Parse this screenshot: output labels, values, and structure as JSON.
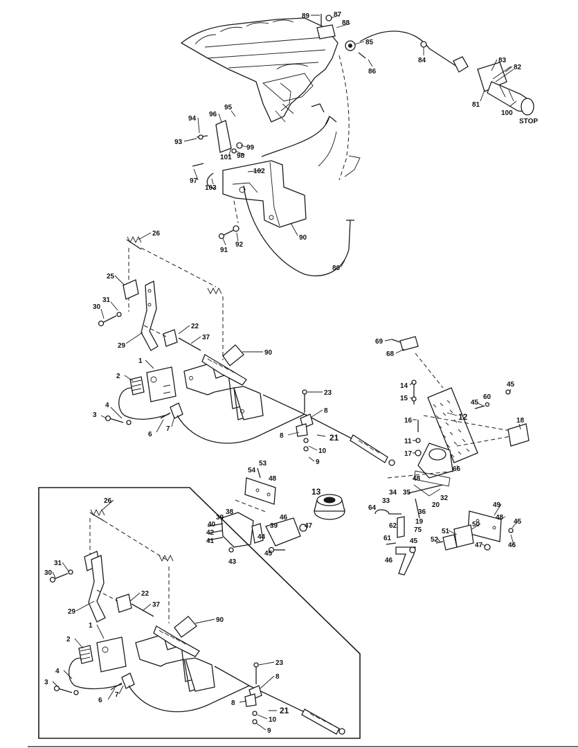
{
  "stop_label": "STOP",
  "callouts": {
    "c89": "89",
    "c87": "87",
    "c88": "88",
    "c85": "85",
    "c86": "86",
    "c84": "84",
    "c83": "83",
    "c82": "82",
    "c81": "81",
    "c100": "100",
    "c94": "94",
    "c96": "96",
    "c95": "95",
    "c93": "93",
    "c99": "99",
    "c98": "98",
    "c101": "101",
    "c102": "102",
    "c97": "97",
    "c103": "103",
    "c90a": "90",
    "c91": "91",
    "c92": "92",
    "c80": "80",
    "c26": "26",
    "c25": "25",
    "c31": "31",
    "c30": "30",
    "c29": "29",
    "c22": "22",
    "c37": "37",
    "c90b": "90",
    "c1": "1",
    "c2": "2",
    "c4": "4",
    "c3": "3",
    "c6": "6",
    "c7": "7",
    "c23": "23",
    "c8a": "8",
    "c8b": "8",
    "c21": "21",
    "c10": "10",
    "c9": "9",
    "c69": "69",
    "c68": "68",
    "c14": "14",
    "c15": "15",
    "c45a": "45",
    "c45b": "45",
    "c60": "60",
    "c16": "16",
    "c12": "12",
    "c18": "18",
    "c11": "11",
    "c17": "17",
    "c66": "66",
    "c53": "53",
    "c54": "54",
    "c48a": "48",
    "c48b": "48",
    "c13": "13",
    "c35": "35",
    "c34": "34",
    "c33": "33",
    "c32": "32",
    "c20": "20",
    "c36": "36",
    "c19": "19",
    "c64": "64",
    "c38": "38",
    "c39a": "39",
    "c39b": "39",
    "c40": "40",
    "c42": "42",
    "c41": "41",
    "c46a": "46",
    "c44": "44",
    "c47a": "47",
    "c45c": "45",
    "c43": "43",
    "c62": "62",
    "c75": "75",
    "c61": "61",
    "c45d": "45",
    "c46b": "46",
    "c49": "49",
    "c48c": "48",
    "c50": "50",
    "c45e": "45",
    "c51": "51",
    "c52": "52",
    "c47b": "47",
    "c46c": "46",
    "i26": "26",
    "i31": "31",
    "i30": "30",
    "i29": "29",
    "i22": "22",
    "i37": "37",
    "i90": "90",
    "i1": "1",
    "i2": "2",
    "i4": "4",
    "i3": "3",
    "i6": "6",
    "i7": "7",
    "i23": "23",
    "i8a": "8",
    "i8b": "8",
    "i21": "21",
    "i10": "10",
    "i9": "9"
  },
  "colors": {
    "ink": "#1a1a1a",
    "paper": "#ffffff"
  }
}
